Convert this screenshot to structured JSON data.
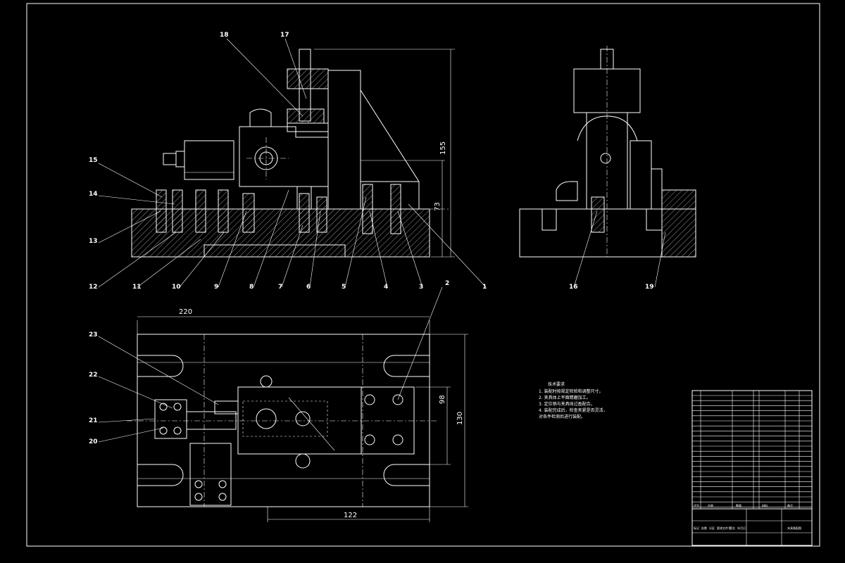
{
  "drawing": {
    "part_labels_front": [
      "18",
      "17",
      "15",
      "14",
      "13",
      "12",
      "11",
      "10",
      "9",
      "8",
      "7",
      "6",
      "5",
      "4",
      "3",
      "1"
    ],
    "part_labels_side": [
      "16",
      "19"
    ],
    "part_labels_top": [
      "23",
      "22",
      "21",
      "20",
      "2"
    ],
    "dimensions": {
      "height_total": "155",
      "height_partial": "73",
      "width_total": "220",
      "depth_total": "130",
      "depth_inner": "98",
      "width_inner": "122"
    },
    "tech_notes": {
      "title": "技术要求",
      "lines": [
        "1. 装配时按规定检验和调整尺寸。",
        "2. 夹具体上平面精磨加工。",
        "3. 定位销与夹具体过盈配合。",
        "4. 装配完成后，检查夹紧是否灵活，",
        "对各件检测后进行装配。"
      ]
    },
    "title_block": {
      "header": [
        "代号",
        "名称",
        "数量",
        "材料",
        "备注"
      ],
      "drawing_name": "夹具装配图",
      "sign_labels": [
        "标记",
        "处数",
        "分区",
        "更改文件号",
        "签名",
        "年月日"
      ]
    }
  }
}
